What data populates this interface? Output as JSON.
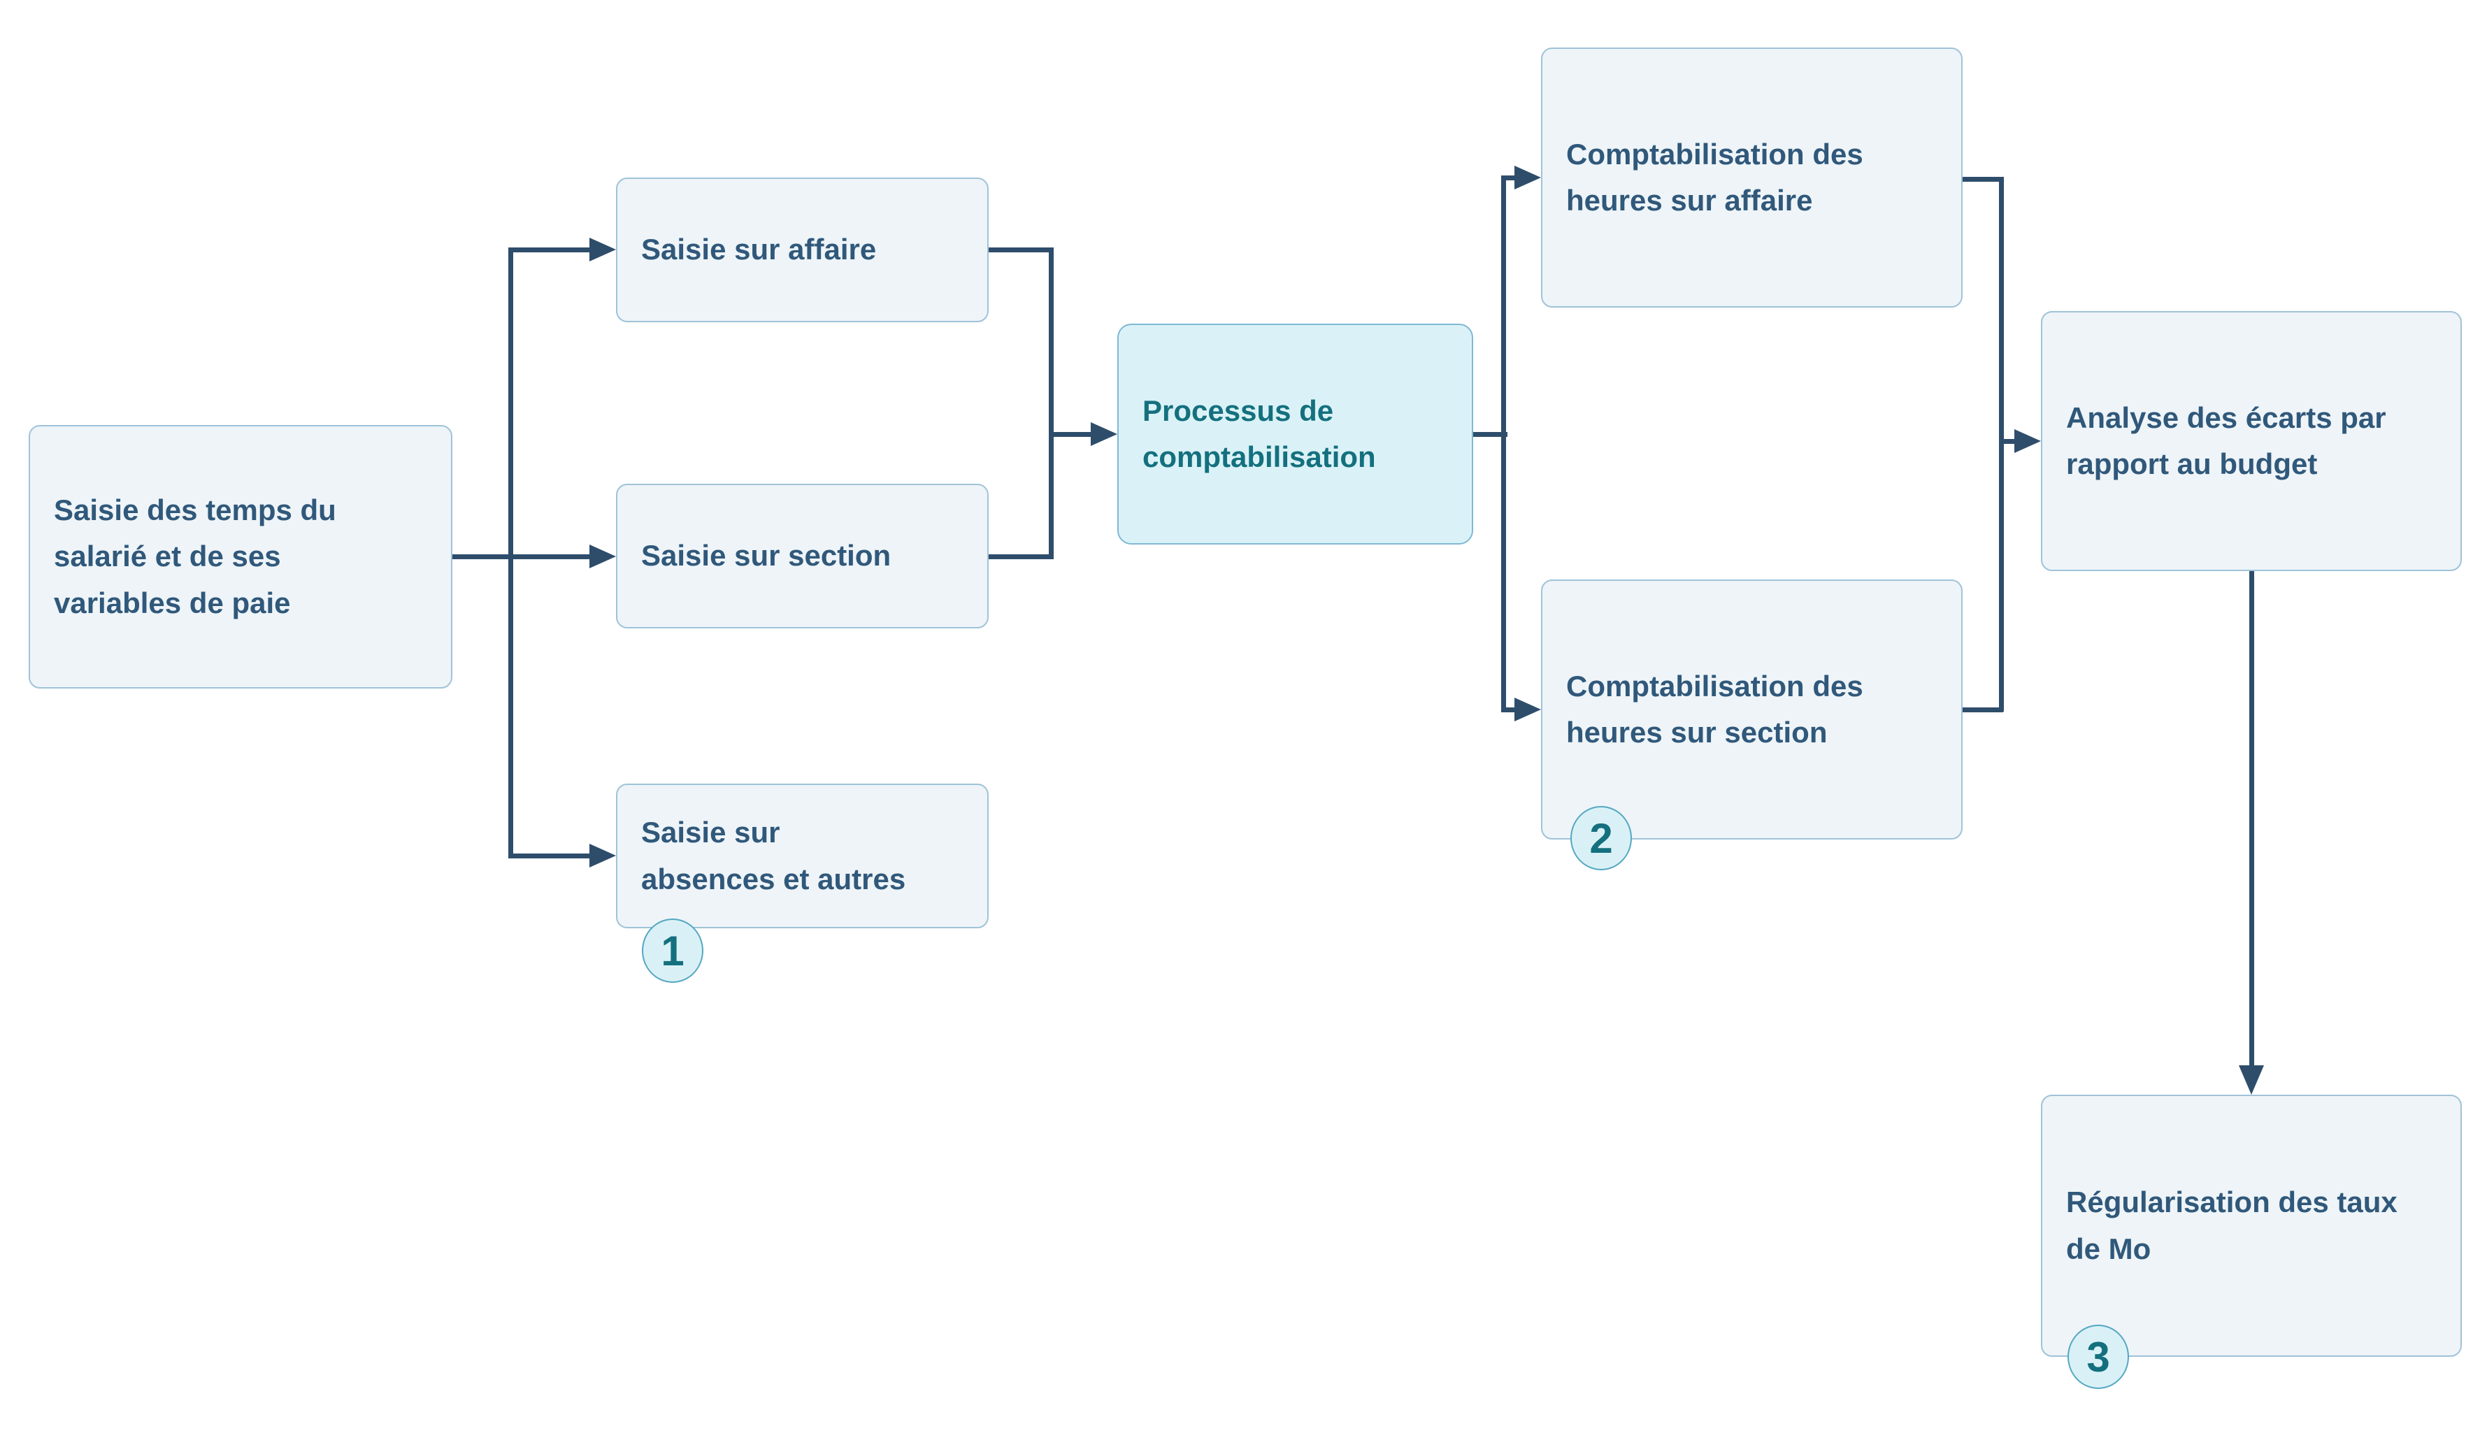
{
  "diagram": {
    "type": "flowchart",
    "language": "fr",
    "colors": {
      "node_fill": "#eef4f8",
      "node_border": "#9fc3d8",
      "node_text": "#30587a",
      "highlight_fill": "#daf2f7",
      "highlight_border": "#7fb8d4",
      "highlight_text": "#14707e",
      "connector": "#2e4d6b",
      "badge_fill": "#d9f1f6",
      "badge_border": "#54a7c2",
      "badge_text": "#14707e"
    },
    "nodes": [
      {
        "id": "saisie-temps",
        "label": "Saisie des temps du\nsalarié et de ses\nvariables de paie"
      },
      {
        "id": "saisie-affaire",
        "label": "Saisie sur affaire"
      },
      {
        "id": "saisie-section",
        "label": "Saisie sur section"
      },
      {
        "id": "saisie-absences",
        "label": "Saisie sur\nabsences et autres",
        "badge": "1"
      },
      {
        "id": "processus",
        "label": "Processus de\ncomptabilisation",
        "highlight": true
      },
      {
        "id": "compta-affaire",
        "label": "Comptabilisation des\nheures sur affaire"
      },
      {
        "id": "compta-section",
        "label": "Comptabilisation des\nheures sur section",
        "badge": "2"
      },
      {
        "id": "analyse-ecarts",
        "label": "Analyse des écarts par\nrapport au budget"
      },
      {
        "id": "regularisation",
        "label": "Régularisation des taux\nde Mo",
        "badge": "3"
      }
    ],
    "edges": [
      {
        "from": "saisie-temps",
        "to": "saisie-affaire"
      },
      {
        "from": "saisie-temps",
        "to": "saisie-section"
      },
      {
        "from": "saisie-temps",
        "to": "saisie-absences"
      },
      {
        "from": "saisie-affaire",
        "to": "processus"
      },
      {
        "from": "saisie-section",
        "to": "processus"
      },
      {
        "from": "processus",
        "to": "compta-affaire"
      },
      {
        "from": "processus",
        "to": "compta-section"
      },
      {
        "from": "compta-affaire",
        "to": "analyse-ecarts"
      },
      {
        "from": "compta-section",
        "to": "analyse-ecarts"
      },
      {
        "from": "analyse-ecarts",
        "to": "regularisation"
      }
    ]
  }
}
